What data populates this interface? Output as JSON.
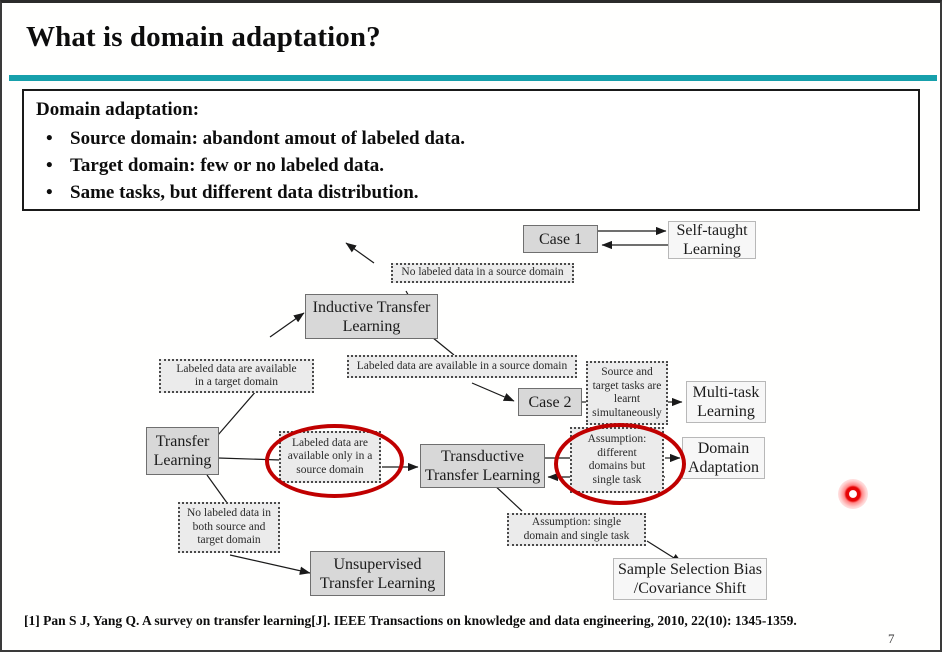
{
  "slide": {
    "title": "What is domain adaptation?",
    "accent_color": "#17a0ab",
    "highlight_color": "#c00000",
    "page_number": "7"
  },
  "bullet_box": {
    "lead": "Domain adaptation:",
    "bullet_glyph": "•",
    "items": [
      "Source domain: abandont amout of labeled data.",
      "Target domain: few or no labeled data.",
      "Same tasks, but different data distribution."
    ]
  },
  "diagram": {
    "nodes": {
      "transfer_learning": "Transfer\nLearning",
      "inductive": "Inductive Transfer\nLearning",
      "transductive": "Transductive\nTransfer Learning",
      "unsupervised": "Unsupervised\nTransfer Learning",
      "case1": "Case 1",
      "case2": "Case 2",
      "self_taught": "Self-taught\nLearning",
      "multi_task": "Multi-task\nLearning",
      "domain_adaptation": "Domain\nAdaptation",
      "sample_bias": "Sample Selection Bias\n/Covariance Shift"
    },
    "conditions": {
      "no_labeled_source": "No labeled data in a source domain",
      "labeled_target": "Labeled data are available\nin a target domain",
      "labeled_source_line": "Labeled data are available in a source domain",
      "labeled_only_source": "Labeled data are\navailable only in a\nsource domain",
      "no_labeled_both": "No labeled data in\nboth source and\ntarget domain",
      "source_target_simul": "Source and\ntarget tasks are\nlearnt\nsimultaneously",
      "diff_domains_single_task": "Assumption:\ndifferent\ndomains but\nsingle task",
      "single_domain_single_task": "Assumption: single\ndomain and single task"
    },
    "annotations": [
      "red-ellipse-labeled-only-source",
      "red-ellipse-different-domains"
    ]
  },
  "footer": {
    "citation": "[1] Pan S J, Yang Q. A survey on transfer learning[J]. IEEE Transactions on knowledge and data engineering, 2010, 22(10): 1345-1359."
  }
}
